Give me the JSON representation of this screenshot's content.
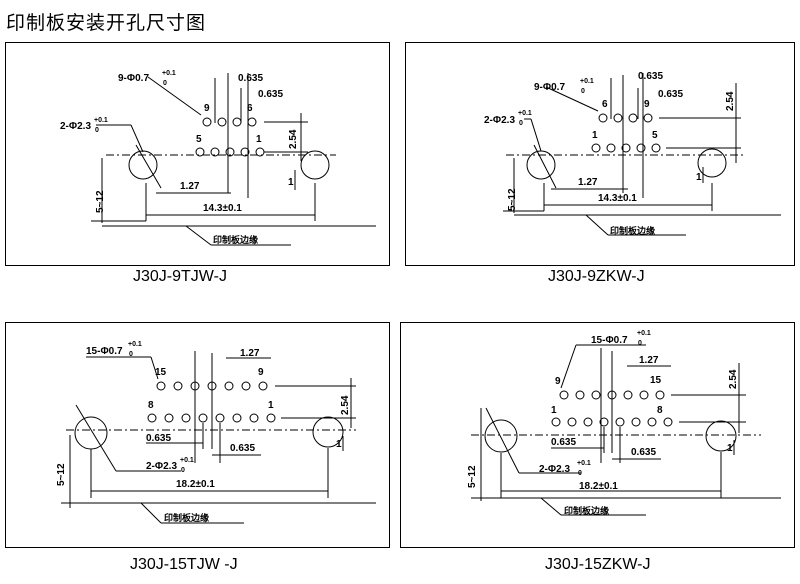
{
  "page": {
    "title": "印制板安装开孔尺寸图"
  },
  "panels": [
    {
      "caption": "J30J-9TJW-J",
      "label_holes": "9-Φ0.7",
      "tol_plus": "+0.1",
      "tol_zero": "0",
      "label_dim_a": "0.635",
      "label_dim_b": "0.635",
      "label_pitch": "1.27",
      "label_row": "2.54",
      "label_one": "1",
      "label_mount": "2-Φ2.3",
      "label_span": "14.3±0.1",
      "label_edge": "5~12",
      "label_board": "印制板边缘",
      "pins": {
        "top_left": "9",
        "top_right": "6",
        "bot_left": "5",
        "bot_right": "1"
      }
    },
    {
      "caption": "J30J-9ZKW-J",
      "label_holes": "9-Φ0.7",
      "tol_plus": "+0.1",
      "tol_zero": "0",
      "label_dim_a": "0.635",
      "label_dim_b": "0.635",
      "label_pitch": "1.27",
      "label_row": "2.54",
      "label_one": "1",
      "label_mount": "2-Φ2.3",
      "label_span": "14.3±0.1",
      "label_edge": "5~12",
      "label_board": "印制板边缘",
      "pins": {
        "top_left": "6",
        "top_right": "9",
        "bot_left": "1",
        "bot_right": "5"
      }
    },
    {
      "caption": "J30J-15TJW -J",
      "label_holes": "15-Φ0.7",
      "tol_plus": "+0.1",
      "tol_zero": "0",
      "label_pitch": "1.27",
      "label_row": "2.54",
      "label_one": "1",
      "label_dim_a": "0.635",
      "label_dim_b": "0.635",
      "label_mount": "2-Φ2.3",
      "label_span": "18.2±0.1",
      "label_edge": "5~12",
      "label_board": "印制板边缘",
      "pins": {
        "top_left": "15",
        "top_right": "9",
        "bot_left": "8",
        "bot_right": "1"
      }
    },
    {
      "caption": "J30J-15ZKW-J",
      "label_holes": "15-Φ0.7",
      "tol_plus": "+0.1",
      "tol_zero": "0",
      "label_pitch": "1.27",
      "label_row": "2.54",
      "label_one": "1",
      "label_dim_a": "0.635",
      "label_dim_b": "0.635",
      "label_mount": "2-Φ2.3",
      "label_span": "18.2±0.1",
      "label_edge": "5~12",
      "label_board": "印制板边缘",
      "pins": {
        "top_left": "9",
        "top_right": "15",
        "bot_left": "1",
        "bot_right": "8"
      }
    }
  ]
}
